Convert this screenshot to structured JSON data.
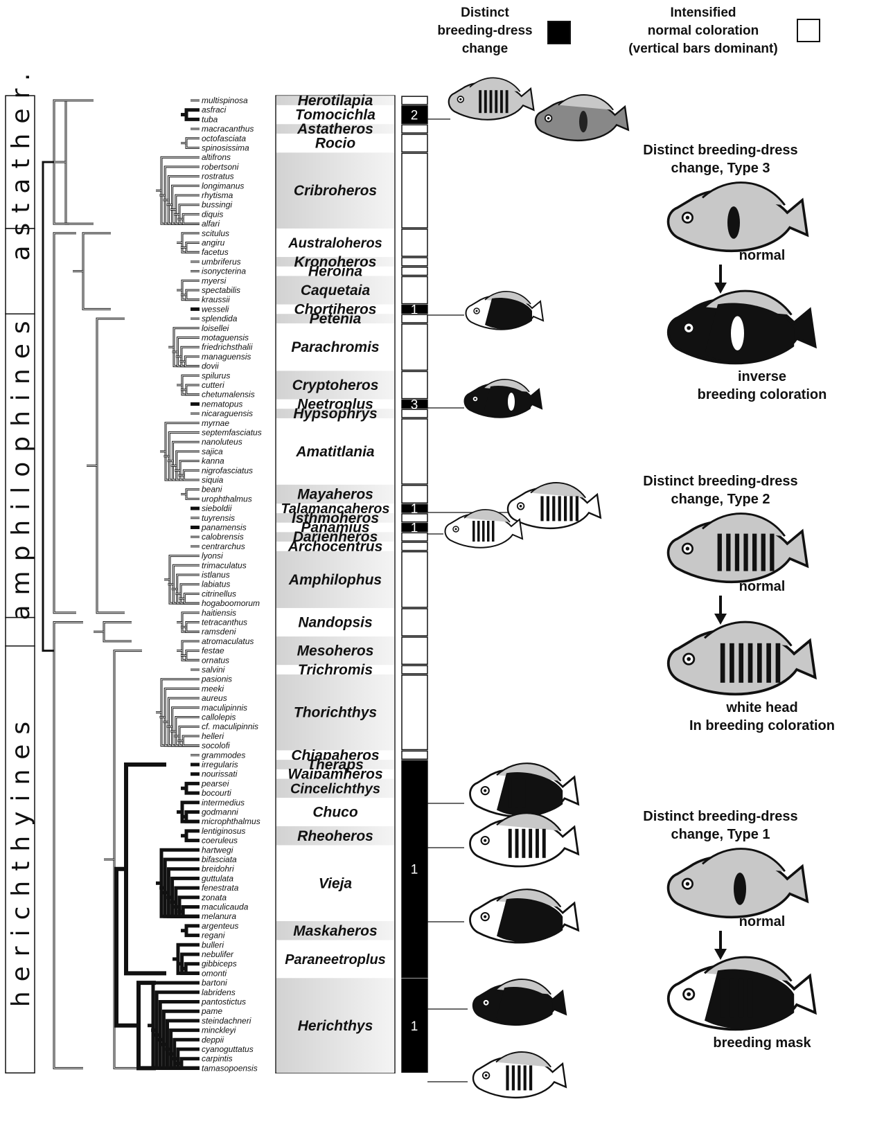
{
  "legend": {
    "distinct_label": "Distinct\nbreeding-dress\nchange",
    "intensified_label": "Intensified\nnormal coloration\n(vertical bars dominant)",
    "colors": {
      "distinct": "#000000",
      "intensified": "#ffffff"
    }
  },
  "clades": [
    {
      "id": "astather",
      "label": "astather."
    },
    {
      "id": "amphilophines",
      "label": "amphilophines"
    },
    {
      "id": "herichthyines",
      "label": "herichthyines"
    }
  ],
  "genera": [
    {
      "name": "Herotilapia",
      "species": [
        "multispinosa"
      ]
    },
    {
      "name": "Tomocichla",
      "species": [
        "asfraci",
        "tuba"
      ]
    },
    {
      "name": "Astatheros",
      "species": [
        "macracanthus"
      ]
    },
    {
      "name": "Rocio",
      "species": [
        "octofasciata",
        "spinosissima"
      ]
    },
    {
      "name": "Cribroheros",
      "species": [
        "altifrons",
        "robertsoni",
        "rostratus",
        "longimanus",
        "rhytisma",
        "bussingi",
        "diquis",
        "alfari"
      ]
    },
    {
      "name": "Australoheros",
      "species": [
        "scitulus",
        "angiru",
        "facetus"
      ]
    },
    {
      "name": "Kronoheros",
      "species": [
        "umbriferus"
      ]
    },
    {
      "name": "Heroina",
      "species": [
        "isonycterina"
      ]
    },
    {
      "name": "Caquetaia",
      "species": [
        "myersi",
        "spectabilis",
        "kraussii"
      ]
    },
    {
      "name": "Chortiheros",
      "species": [
        "wesseli"
      ]
    },
    {
      "name": "Petenia",
      "species": [
        "splendida"
      ]
    },
    {
      "name": "Parachromis",
      "species": [
        "loisellei",
        "motaguensis",
        "friedrichsthalii",
        "managuensis",
        "dovii"
      ]
    },
    {
      "name": "Cryptoheros",
      "species": [
        "spilurus",
        "cutteri",
        "chetumalensis"
      ]
    },
    {
      "name": "Neetroplus",
      "species": [
        "nematopus"
      ]
    },
    {
      "name": "Hypsophrys",
      "species": [
        "nicaraguensis"
      ]
    },
    {
      "name": "Amatitlania",
      "species": [
        "myrnae",
        "septemfasciatus",
        "nanoluteus",
        "sajica",
        "kanna",
        "nigrofasciatus",
        "siquia"
      ]
    },
    {
      "name": "Mayaheros",
      "species": [
        "beani",
        "urophthalmus"
      ]
    },
    {
      "name": "Talamancaheros",
      "species": [
        "sieboldii"
      ]
    },
    {
      "name": "Isthmoheros",
      "species": [
        "tuyrensis"
      ]
    },
    {
      "name": "Panamius",
      "species": [
        "panamensis"
      ]
    },
    {
      "name": "Darienheros",
      "species": [
        "calobrensis"
      ]
    },
    {
      "name": "Archocentrus",
      "species": [
        "centrarchus"
      ]
    },
    {
      "name": "Amphilophus",
      "species": [
        "lyonsi",
        "trimaculatus",
        "istlanus",
        "labiatus",
        "citrinellus",
        "hogaboomorum"
      ]
    },
    {
      "name": "Nandopsis",
      "species": [
        "haitiensis",
        "tetracanthus",
        "ramsdeni"
      ]
    },
    {
      "name": "Mesoheros",
      "species": [
        "atromaculatus",
        "festae",
        "ornatus"
      ]
    },
    {
      "name": "Trichromis",
      "species": [
        "salvini"
      ]
    },
    {
      "name": "Thorichthys",
      "species": [
        "pasionis",
        "meeki",
        "aureus",
        "maculipinnis",
        "callolepis",
        "cf. maculipinnis",
        "helleri",
        "socolofi"
      ]
    },
    {
      "name": "Chiapaheros",
      "species": [
        "grammodes"
      ]
    },
    {
      "name": "Theraps",
      "species": [
        "irregularis"
      ]
    },
    {
      "name": "Wajpamheros",
      "species": [
        "nourissati"
      ]
    },
    {
      "name": "Cincelichthys",
      "species": [
        "pearsei",
        "bocourti"
      ]
    },
    {
      "name": "Chuco",
      "species": [
        "intermedius",
        "godmanni",
        "microphthalmus"
      ]
    },
    {
      "name": "Rheoheros",
      "species": [
        "lentiginosus",
        "coeruleus"
      ]
    },
    {
      "name": "Vieja",
      "species": [
        "hartwegi",
        "bifasciata",
        "breidohri",
        "guttulata",
        "fenestrata",
        "zonata",
        "maculicauda",
        "melanura"
      ]
    },
    {
      "name": "Maskaheros",
      "species": [
        "argenteus",
        "regani"
      ]
    },
    {
      "name": "Paraneetroplus",
      "species": [
        "bulleri",
        "nebulifer",
        "gibbiceps",
        "omonti"
      ]
    },
    {
      "name": "Herichthys",
      "species": [
        "bartoni",
        "labridens",
        "pantostictus",
        "pame",
        "steindachneri",
        "minckleyi",
        "deppii",
        "cyanoguttatus",
        "carpintis",
        "tamasopoensis"
      ]
    }
  ],
  "coloration_column": [
    {
      "genus": "Herotilapia",
      "state": "intensified",
      "label": ""
    },
    {
      "genus": "Tomocichla",
      "state": "distinct",
      "label": "2"
    },
    {
      "genus": "Astatheros",
      "state": "intensified",
      "label": ""
    },
    {
      "genus": "Rocio",
      "state": "intensified",
      "label": ""
    },
    {
      "genus": "Cribroheros",
      "state": "intensified",
      "label": ""
    },
    {
      "genus": "Australoheros",
      "state": "intensified",
      "label": ""
    },
    {
      "genus": "Kronoheros",
      "state": "intensified",
      "label": ""
    },
    {
      "genus": "Heroina",
      "state": "intensified",
      "label": ""
    },
    {
      "genus": "Caquetaia",
      "state": "intensified",
      "label": ""
    },
    {
      "genus": "Chortiheros",
      "state": "distinct",
      "label": "1"
    },
    {
      "genus": "Petenia",
      "state": "intensified",
      "label": ""
    },
    {
      "genus": "Parachromis",
      "state": "intensified",
      "label": ""
    },
    {
      "genus": "Cryptoheros",
      "state": "intensified",
      "label": ""
    },
    {
      "genus": "Neetroplus",
      "state": "distinct",
      "label": "3"
    },
    {
      "genus": "Hypsophrys",
      "state": "intensified",
      "label": ""
    },
    {
      "genus": "Amatitlania",
      "state": "intensified",
      "label": ""
    },
    {
      "genus": "Mayaheros",
      "state": "intensified",
      "label": ""
    },
    {
      "genus": "Talamancaheros",
      "state": "distinct",
      "label": "1"
    },
    {
      "genus": "Isthmoheros",
      "state": "intensified",
      "label": ""
    },
    {
      "genus": "Panamius",
      "state": "distinct",
      "label": "1"
    },
    {
      "genus": "Darienheros",
      "state": "intensified",
      "label": ""
    },
    {
      "genus": "Archocentrus",
      "state": "intensified",
      "label": ""
    },
    {
      "genus": "Amphilophus",
      "state": "intensified",
      "label": ""
    },
    {
      "genus": "Nandopsis",
      "state": "intensified",
      "label": ""
    },
    {
      "genus": "Mesoheros",
      "state": "intensified",
      "label": ""
    },
    {
      "genus": "Trichromis",
      "state": "intensified",
      "label": ""
    },
    {
      "genus": "Thorichthys",
      "state": "intensified",
      "label": ""
    },
    {
      "genus": "Chiapaheros",
      "state": "intensified",
      "label": ""
    },
    {
      "genus": "Theraps to Paraneetroplus",
      "state": "distinct",
      "label": "1"
    },
    {
      "genus": "Herichthys",
      "state": "distinct",
      "label": "1"
    }
  ],
  "types": [
    {
      "title": "Distinct breeding-dress\nchange, Type 3",
      "top_caption": "normal",
      "bottom_caption": "inverse\nbreeding coloration"
    },
    {
      "title": "Distinct breeding-dress\nchange, Type 2",
      "top_caption": "normal",
      "bottom_caption": "white head\nIn breeding coloration"
    },
    {
      "title": "Distinct breeding-dress\nchange, Type 1",
      "top_caption": "normal",
      "bottom_caption": "breeding mask"
    }
  ],
  "fish_icon_name": "fish-icon",
  "arrow_icon_name": "down-arrow-icon"
}
